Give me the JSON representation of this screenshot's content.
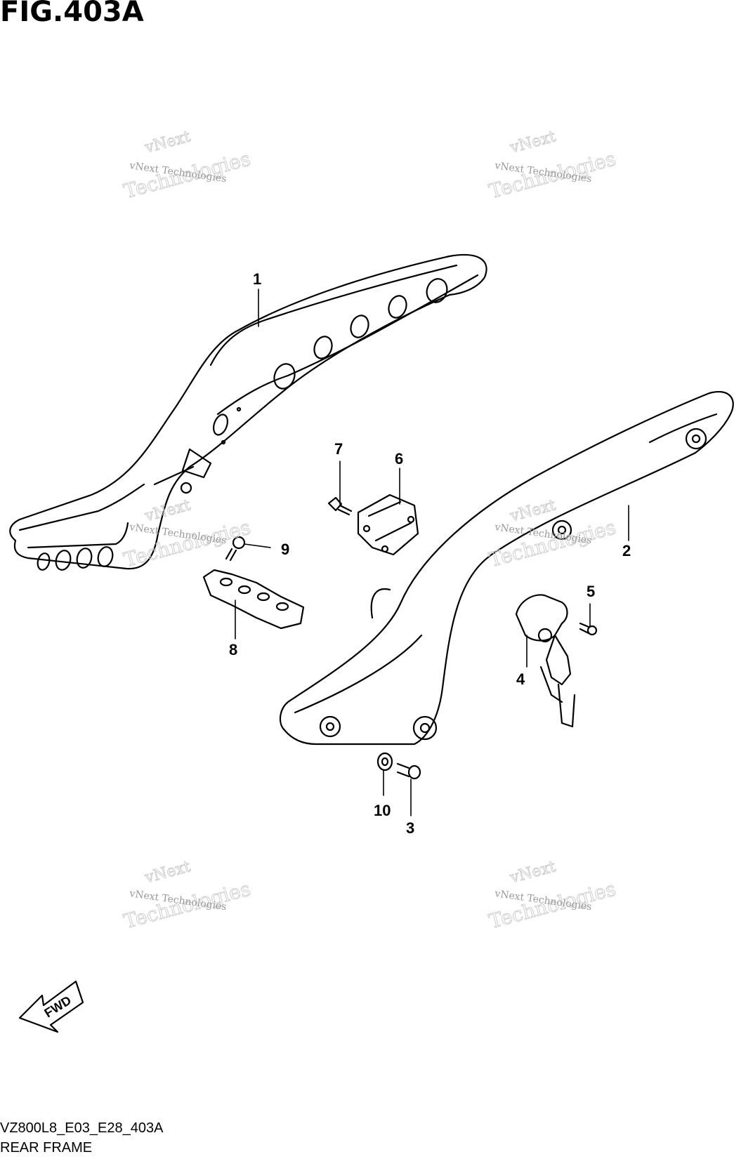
{
  "figure_title": "FIG.403A",
  "diagram_code": "VZ800L8_E03_E28_403A",
  "diagram_name": "REAR FRAME",
  "fwd_label": "FWD",
  "watermark": {
    "line1": "vNext",
    "line2": "vNext Technologies",
    "line3": "Technologies"
  },
  "callouts": [
    "1",
    "2",
    "3",
    "4",
    "5",
    "6",
    "7",
    "8",
    "9",
    "10"
  ]
}
